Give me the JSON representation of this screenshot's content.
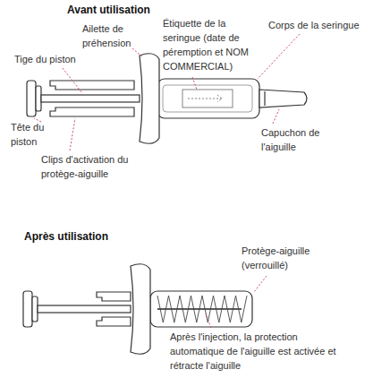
{
  "diagram": {
    "labels": [
      "Avant utilisation",
      "Ailette de préhension",
      "Tige du piston",
      "Étiquette de la seringue (date de péremption et NOM COMMERCIAL)",
      "Corps de la seringue",
      "Tête du piston",
      "Clips d'activation du protège-aiguille",
      "Capuchon de l'aiguille",
      "Après utilisation",
      "Protège-aiguille (verrouillé)",
      "Après l'injection, la protection automatique de l'aiguille est activée et rétracte l'aiguille"
    ]
  }
}
